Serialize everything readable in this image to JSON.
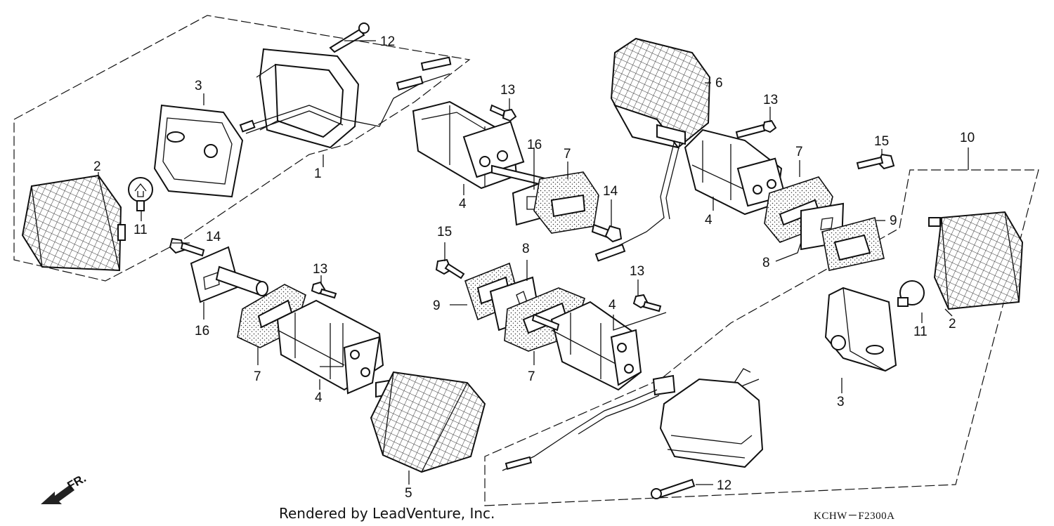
{
  "diagram": {
    "callouts": {
      "c1": "1",
      "c2a": "2",
      "c2b": "2",
      "c3a": "3",
      "c3b": "3",
      "c4a": "4",
      "c4b": "4",
      "c4c": "4",
      "c4d": "4",
      "c5": "5",
      "c6": "6",
      "c7a": "7",
      "c7b": "7",
      "c7c": "7",
      "c7d": "7",
      "c8a": "8",
      "c8b": "8",
      "c9a": "9",
      "c9b": "9",
      "c10": "10",
      "c11a": "11",
      "c11b": "11",
      "c12a": "12",
      "c12b": "12",
      "c13a": "13",
      "c13b": "13",
      "c13c": "13",
      "c13d": "13",
      "c14a": "14",
      "c14b": "14",
      "c15a": "15",
      "c15b": "15",
      "c16a": "16",
      "c16b": "16"
    },
    "direction_label": "FR.",
    "footer_credit": "Rendered by LeadVenture, Inc.",
    "diagram_code": "KCHW－F2300A"
  }
}
